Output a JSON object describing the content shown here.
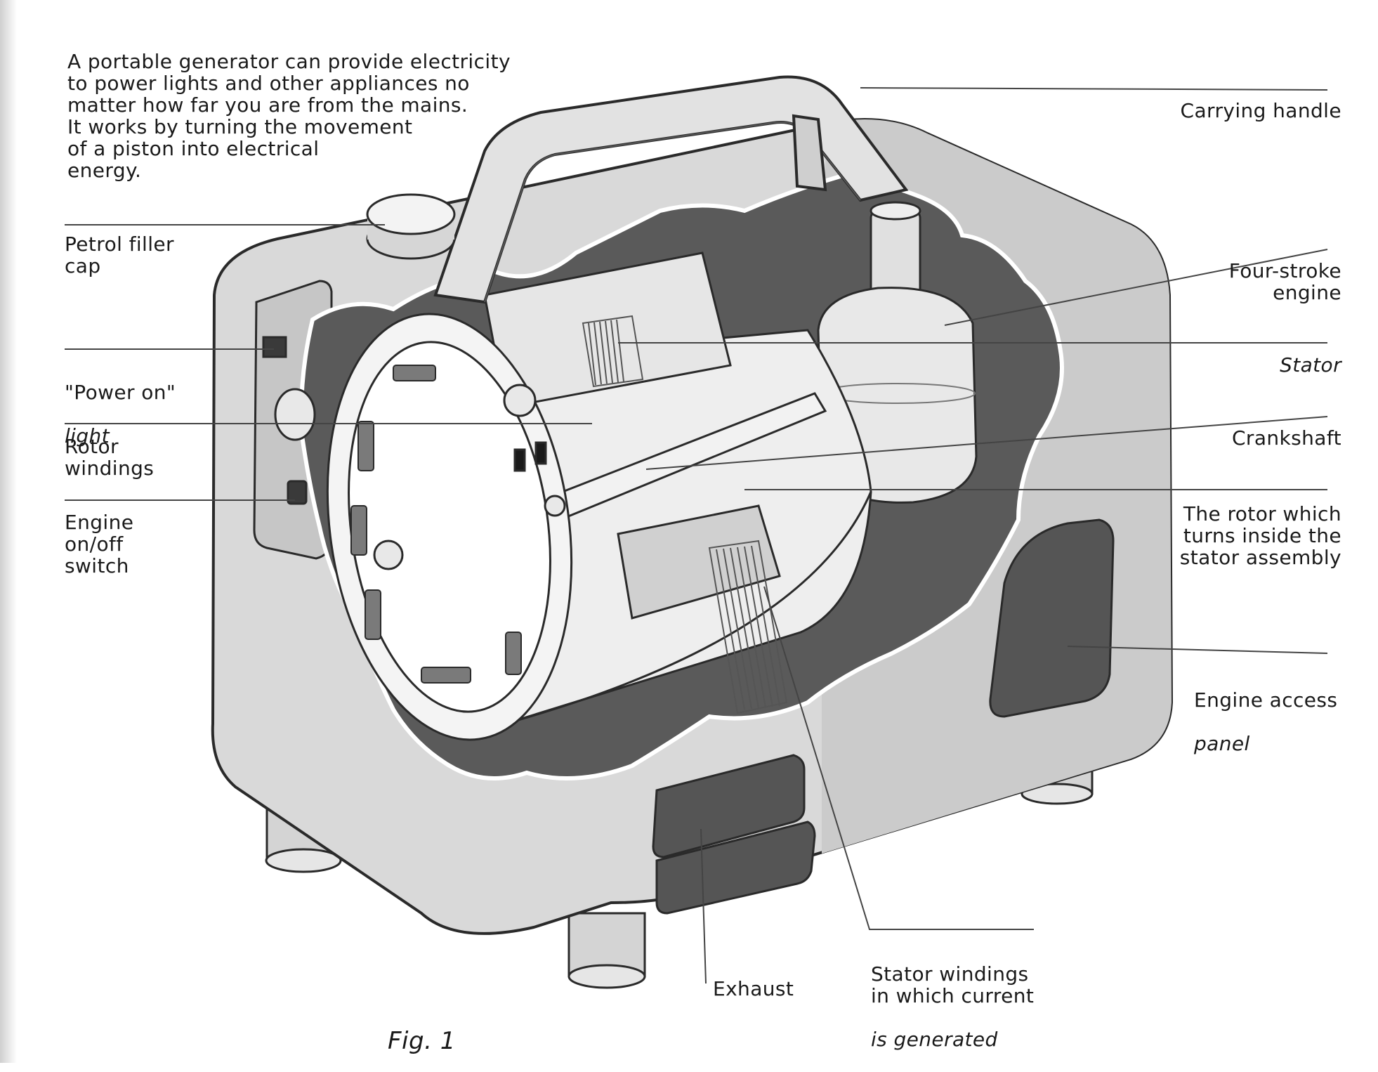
{
  "intro": "A portable generator can provide electricity\nto power lights and other appliances no\nmatter how far you are from the mains.\nIt works by turning the movement\nof a piston into electrical\nenergy.",
  "figure_caption": "Fig. 1",
  "labels": {
    "carrying_handle": "Carrying handle",
    "petrol_filler_cap": "Petrol filler\ncap",
    "power_on_light_a": "\"Power on\"",
    "power_on_light_b": "light",
    "rotor_windings": "Rotor\nwindings",
    "engine_switch": "Engine\non/off\nswitch",
    "four_stroke_engine": "Four-stroke\nengine",
    "stator": "Stator",
    "crankshaft": "Crankshaft",
    "rotor": "The rotor which\nturns inside the\nstator assembly",
    "access_panel_a": "Engine access",
    "access_panel_b": "panel",
    "exhaust": "Exhaust",
    "stator_windings_a": "Stator windings\nin which current",
    "stator_windings_b": "is generated"
  },
  "colors": {
    "casing": "#d9d9d9",
    "casing_dark": "#bdbdbd",
    "cavity": "#5a5a5a",
    "metal": "#ececec",
    "outline": "#2a2a2a",
    "leader": "#444444"
  }
}
